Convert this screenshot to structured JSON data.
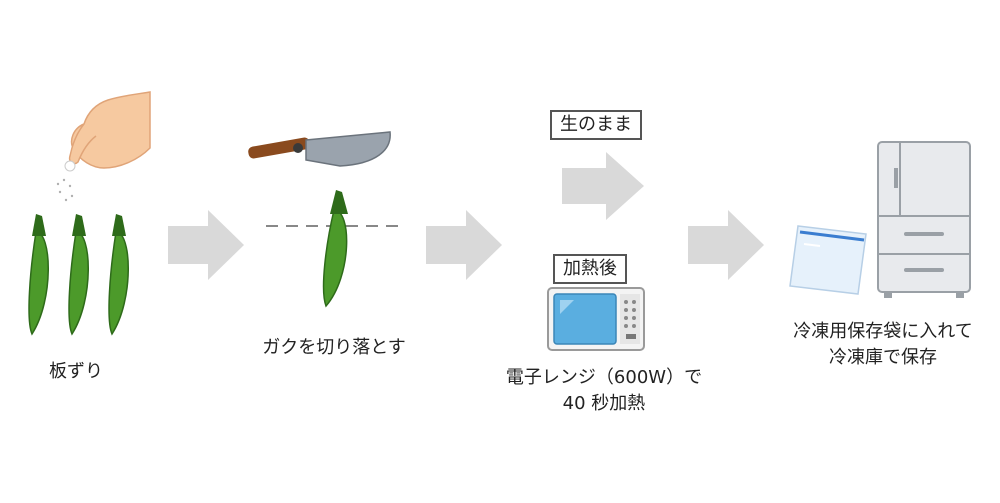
{
  "steps": {
    "rub": {
      "label": "板ずり"
    },
    "cut": {
      "label": "ガクを切り落とす"
    },
    "branch": {
      "raw_tag": "生のまま",
      "heated_tag": "加熱後",
      "microwave_line1": "電子レンジ（600W）で",
      "microwave_line2": "40 秒加熱"
    },
    "store": {
      "line1": "冷凍用保存袋に入れて",
      "line2": "冷凍庫で保存"
    }
  },
  "colors": {
    "arrow": "#d9d9d9",
    "okra_green": "#4c9a2a",
    "okra_dark": "#2e6b1a",
    "skin": "#f6c9a0",
    "knife_handle": "#8a4a1e",
    "microwave_screen": "#5aaee0",
    "fridge": "#e8eaed"
  }
}
